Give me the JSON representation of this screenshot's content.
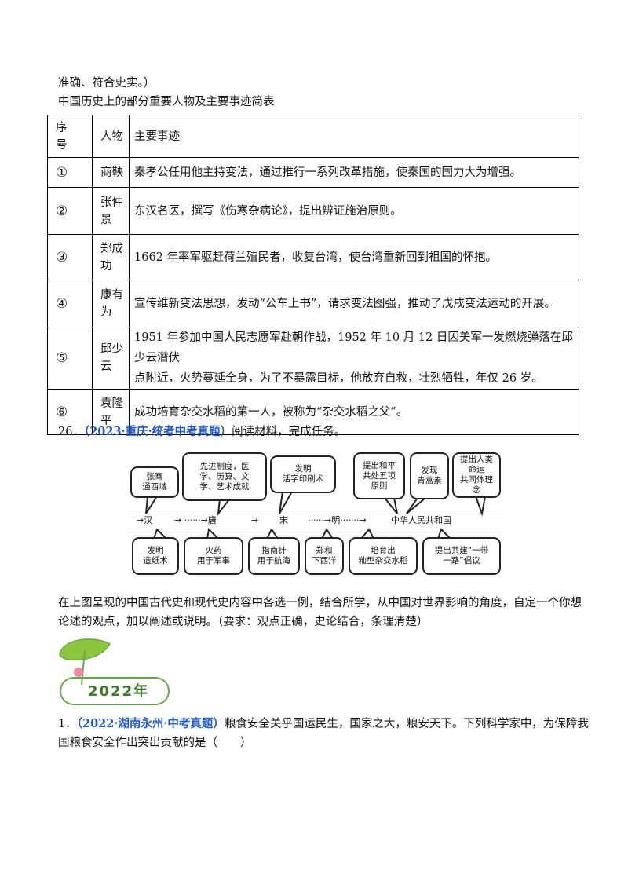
{
  "intro": {
    "line1": "准确、符合史实。）",
    "table_title": "中国历史上的部分重要人物及主要事迹简表"
  },
  "table": {
    "headers": [
      "序号",
      "人物",
      "主要事迹"
    ],
    "header_no_lines": [
      "序",
      "号"
    ],
    "rows": [
      {
        "no": "①",
        "name": [
          "商鞅"
        ],
        "deed": [
          "秦孝公任用他主持变法，通过推行一系列改革措施，使秦国的国力大为增强。"
        ]
      },
      {
        "no": "②",
        "name": [
          "张仲",
          "景"
        ],
        "deed": [
          "东汉名医，撰写《伤寒杂病论》，提出辨证施治原则。"
        ]
      },
      {
        "no": "③",
        "name": [
          "郑成",
          "功"
        ],
        "deed": [
          "1662 年率军驱赶荷兰殖民者，收复台湾，使台湾重新回到祖国的怀抱。"
        ]
      },
      {
        "no": "④",
        "name": [
          "康有",
          "为"
        ],
        "deed": [
          "宣传维新变法思想，发动“公车上书”，请求变法图强，推动了戊戌变法运动的开展。"
        ]
      },
      {
        "no": "⑤",
        "name": [
          "邱少",
          "云"
        ],
        "deed": [
          "1951 年参加中国人民志愿军赴朝作战，1952 年 10 月 12 日因美军一发燃烧弹落在邱少云潜伏",
          "点附近，火势蔓延全身，为了不暴露目标，他放弃自救，壮烈牺牲，年仅 26 岁。"
        ]
      },
      {
        "no": "⑥",
        "name": [
          "袁隆",
          "平"
        ],
        "deed": [
          "成功培育杂交水稻的第一人，被称为“杂交水稻之父”。"
        ]
      }
    ]
  },
  "q26": {
    "number": "26．",
    "source": "（2023·重庆·统考中考真题）",
    "text": "阅读材料，完成任务。"
  },
  "diagram": {
    "top_bubbles": [
      "张骞\n通西域",
      "先进制度，医\n学、历算、文\n学、艺术成就",
      "发明\n活字印刷术",
      "提出和平\n共处五项\n原则",
      "发现\n青蒿素",
      "提出人类命运\n共同体理念"
    ],
    "bottom_bubbles": [
      "发明\n造纸术",
      "火药\n用于军事",
      "指南针\n用于航海",
      "郑和\n下西洋",
      "培育出\n籼型杂交水稻",
      "提出共建“一带\n一路”倡议"
    ],
    "timeline": [
      "→汉",
      "→ ······→唐",
      "→",
      "宋",
      "······→明·······→",
      "中华人民共和国"
    ]
  },
  "q26_task": {
    "line1": "在上图呈现的中国古代史和现代史内容中各选一例，结合所学，从中国对世界影响的角度，自定一个你想",
    "line2": "论述的观点，加以阐述或说明。（要求：观点正确，史论结合，条理清楚）"
  },
  "year_badge": "2022年",
  "q1": {
    "number": "1．",
    "source": "（2022·湖南永州·中考真题）",
    "text1": "粮食安全关乎国运民生，国家之大，粮安天下。下列科学家中，为保障我",
    "text2": "国粮食安全作出突出贡献的是（　　）"
  },
  "colors": {
    "source_blue": "#1f58c6",
    "badge_green": "#6aa84f",
    "leaf_green": "#8cc63f",
    "flower_pink": "#f08aa8"
  }
}
